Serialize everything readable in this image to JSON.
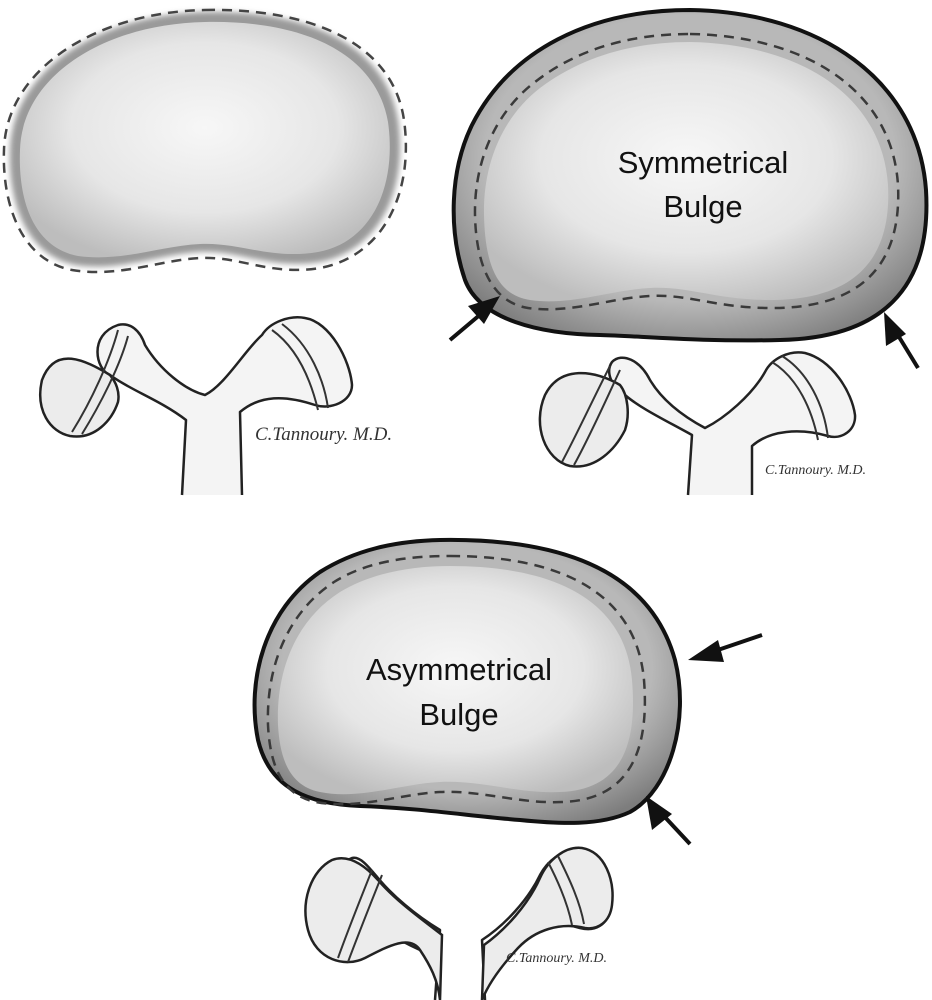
{
  "panels": {
    "normal": {
      "signature": "C.Tannoury. M.D."
    },
    "symmetrical": {
      "label_line1": "Symmetrical",
      "label_line2": "Bulge",
      "signature": "C.Tannoury. M.D."
    },
    "asymmetrical": {
      "label_line1": "Asymmetrical",
      "label_line2": "Bulge",
      "signature": "C.Tannoury. M.D."
    }
  },
  "colors": {
    "outline": "#111111",
    "disc_fill": "#e8e8e8",
    "annulus_shade": "#8c8c8c",
    "dashes": "#444444"
  }
}
